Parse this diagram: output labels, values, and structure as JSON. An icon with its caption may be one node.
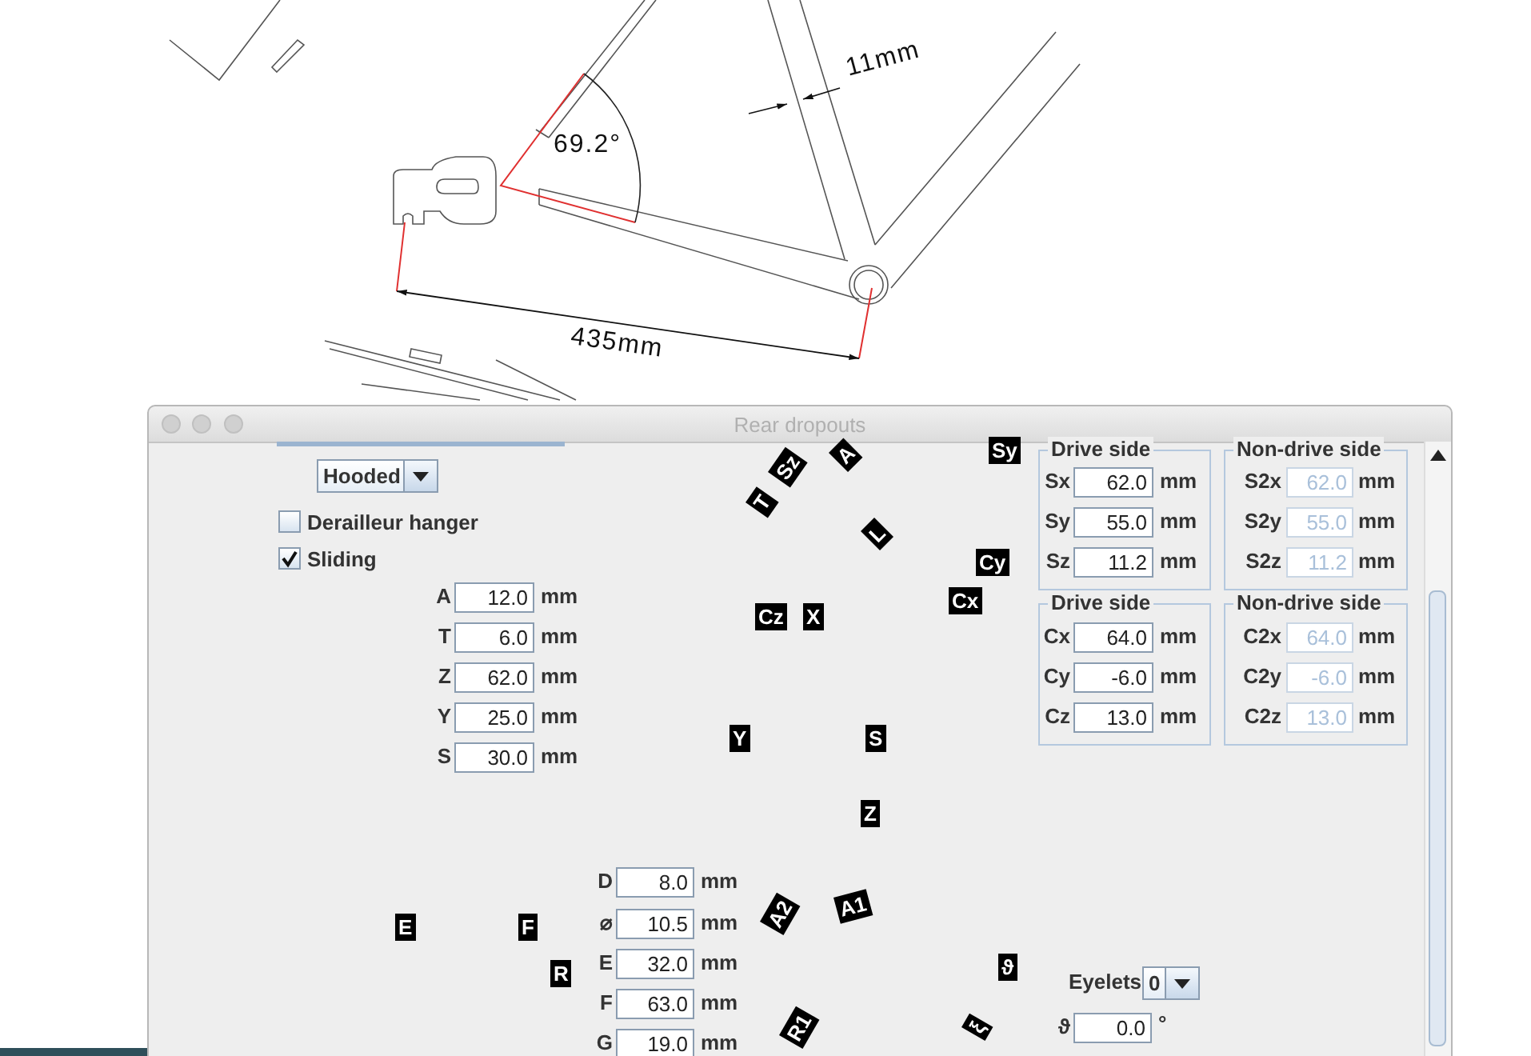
{
  "diagram": {
    "nodes": [
      {
        "text": [
          "Rear dropouts"
        ]
      },
      {
        "text": [
          "Drive side"
        ],
        "in": 0
      },
      {
        "text": [
          "Non-drive side"
        ],
        "in": 0
      },
      {
        "text": [
          "Drive side"
        ],
        "in": 0
      },
      {
        "text": [
          "Non-drive side"
        ],
        "in": 0
      }
    ],
    "edges": [],
    "labels": [
      "11mm",
      "69.2°",
      "435mm",
      "Hooded",
      "Derailleur hanger",
      "Sliding",
      "A",
      "12.0",
      "mm",
      "T",
      "6.0",
      "mm",
      "Z",
      "62.0",
      "mm",
      "Y",
      "25.0",
      "mm",
      "S",
      "30.0",
      "mm",
      "Sy",
      "Sz",
      "T",
      "A",
      "L",
      "Cy",
      "Cx",
      "Cz",
      "X",
      "Y",
      "S",
      "Z",
      "Sx",
      "62.0",
      "mm",
      "Sy",
      "55.0",
      "mm",
      "Sz",
      "11.2",
      "mm",
      "S2x",
      "62.0",
      "mm",
      "S2y",
      "55.0",
      "mm",
      "S2z",
      "11.2",
      "mm",
      "Cx",
      "64.0",
      "mm",
      "Cy",
      "-6.0",
      "mm",
      "Cz",
      "13.0",
      "mm",
      "C2x",
      "64.0",
      "mm",
      "C2y",
      "-6.0",
      "mm",
      "C2z",
      "13.0",
      "mm",
      "E",
      "F",
      "R",
      "D",
      "8.0",
      "mm",
      "⌀",
      "10.5",
      "mm",
      "E",
      "32.0",
      "mm",
      "F",
      "63.0",
      "mm",
      "G",
      "19.0",
      "mm",
      "A1",
      "A2",
      "ϑ",
      "R1",
      "ξ",
      "Eyelets",
      "0",
      "ϑ",
      "0.0",
      "°"
    ]
  }
}
